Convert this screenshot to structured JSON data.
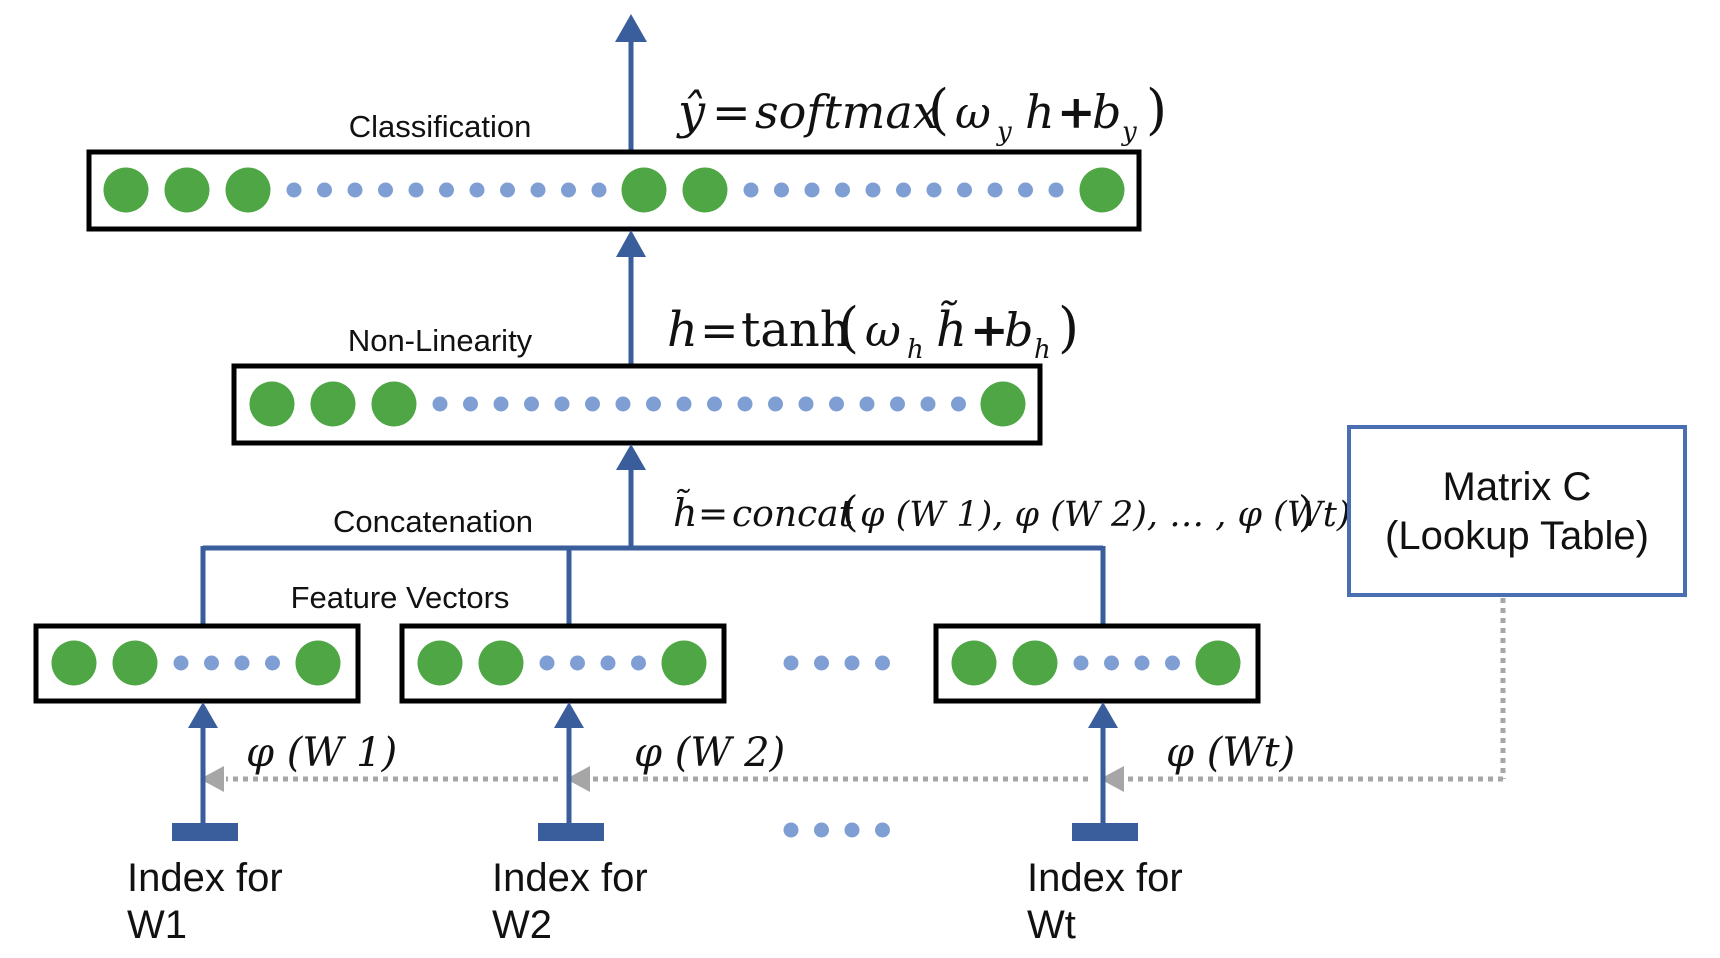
{
  "layers": {
    "classification": {
      "label": "Classification",
      "formula": {
        "lhs": "ŷ",
        "eq": "=",
        "fn": "softmax",
        "w": "ω",
        "w_sub": "y",
        "h": "h",
        "plus": "+",
        "b": "b",
        "b_sub": "y"
      }
    },
    "nonlinearity": {
      "label": "Non-Linearity",
      "formula": {
        "lhs": "h",
        "eq": "=",
        "fn": "tanh",
        "w": "ω",
        "w_sub": "h",
        "h": "h̃",
        "plus": "+",
        "b": "b",
        "b_sub": "h"
      }
    },
    "concatenation": {
      "label": "Concatenation",
      "formula": {
        "lhs": "h̃",
        "eq": "=",
        "fn": "concat",
        "args": "φ (W 1), φ (W 2), … , φ (Wt)"
      }
    },
    "features": {
      "label": "Feature Vectors"
    }
  },
  "lookup": {
    "line1": "Matrix C",
    "line2": "(Lookup Table)"
  },
  "phi_labels": [
    "φ (W 1)",
    "φ (W 2)",
    "φ (Wt)"
  ],
  "inputs": [
    {
      "line1": "Index for",
      "line2": "W1"
    },
    {
      "line1": "Index for",
      "line2": "W2"
    },
    {
      "line1": "Index for",
      "line2": "Wt"
    }
  ],
  "colors": {
    "neuron": "#4ea645",
    "small_dot": "#7f9fd4",
    "arrow": "#3a5e9c",
    "lookup_border": "#4a6fb0",
    "dotted_arrow": "#a6a6a6",
    "box_border": "#000000"
  }
}
